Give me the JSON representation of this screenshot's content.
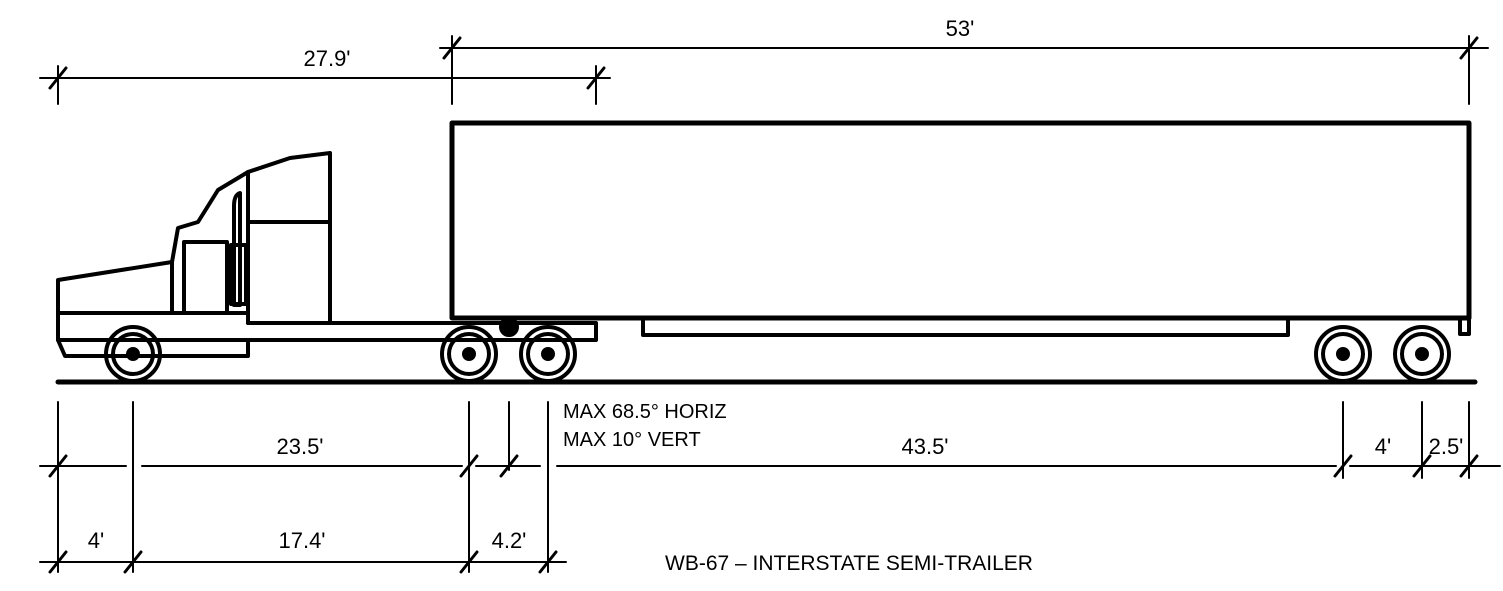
{
  "title": "WB-67 – INTERSTATE SEMI-TRAILER",
  "notes": {
    "line1": "MAX 68.5° HORIZ",
    "line2": "MAX 10° VERT"
  },
  "dimensions": {
    "trailer_length": "53'",
    "tractor_to_kingpin": "27.9'",
    "front_overhang": "4'",
    "tractor_wheelbase_full": "23.5'",
    "tractor_wheelbase": "17.4'",
    "kingpin_offset": "4.2'",
    "trailer_wheelbase": "43.5'",
    "trailer_axle_spacing": "4'",
    "rear_overhang": "2.5'"
  },
  "colors": {
    "line": "#000000",
    "background": "#ffffff"
  }
}
